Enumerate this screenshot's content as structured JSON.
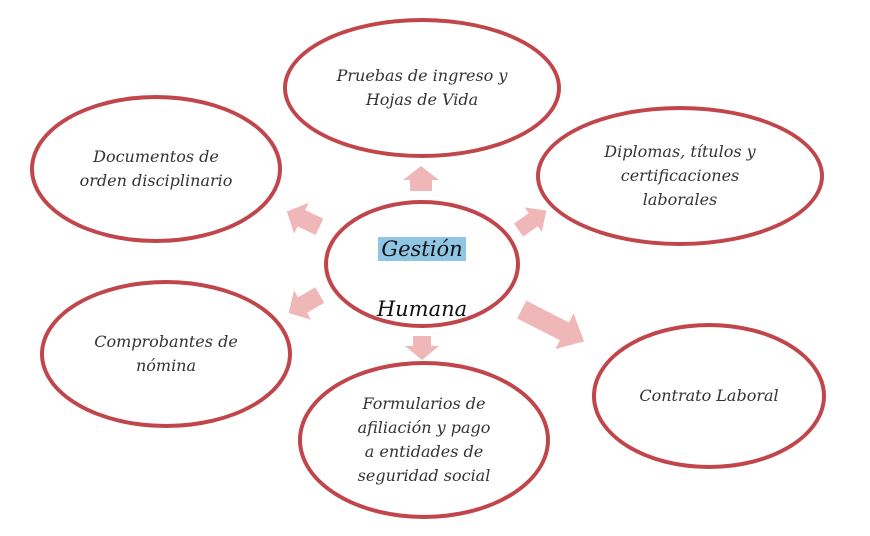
{
  "diagram": {
    "center": {
      "line1": "Gestión",
      "line2": "Humana"
    },
    "nodes": {
      "pruebas": "Pruebas de ingreso y\nHojas de Vida",
      "diplomas": "Diplomas, títulos y\ncertificaciones\nlaborales",
      "contrato": "Contrato Laboral",
      "formularios": "Formularios de\nafiliación y pago\na entidades de\nseguridad social",
      "comprobantes": "Comprobantes de\nnómina",
      "documentos": "Documentos de\norden disciplinario"
    }
  },
  "colors": {
    "outline": "#c0464b",
    "arrow": "#f0b7b8",
    "highlight": "#8fc6e4"
  }
}
